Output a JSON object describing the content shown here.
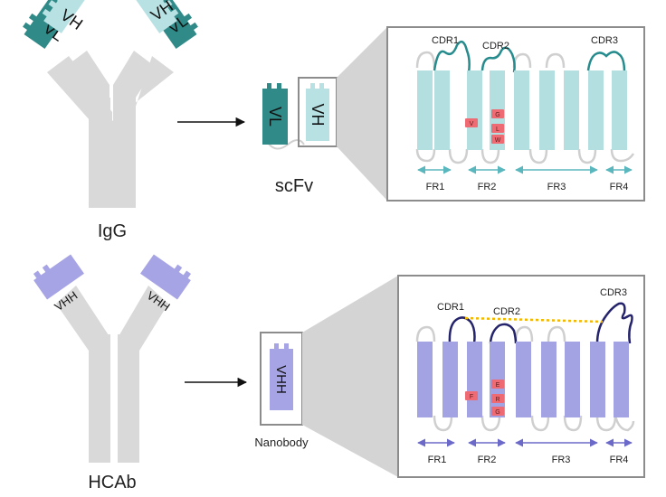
{
  "labels": {
    "igg": "IgG",
    "scfv": "scFv",
    "hcab": "HCAb",
    "nanobody": "Nanobody",
    "vh": "VH",
    "vl": "VL",
    "vhh": "VHH"
  },
  "top_panel": {
    "cdrs": [
      "CDR1",
      "CDR2",
      "CDR3"
    ],
    "frameworks": [
      "FR1",
      "FR2",
      "FR3",
      "FR4"
    ],
    "residues_left": [
      "V"
    ],
    "residues_right": [
      "G",
      "L",
      "W"
    ]
  },
  "bottom_panel": {
    "cdrs": [
      "CDR1",
      "CDR2",
      "CDR3"
    ],
    "frameworks": [
      "FR1",
      "FR2",
      "FR3",
      "FR4"
    ],
    "residues_left": [
      "F"
    ],
    "residues_right": [
      "E",
      "R",
      "G"
    ]
  },
  "colors": {
    "heavy_chain": "#d9d9d9",
    "vl_dark_teal": "#2f8a88",
    "vh_light_teal": "#b7e1e3",
    "strand_teal": "#b4dfe1",
    "loop_teal": "#258b8d",
    "vhh_purple": "#a6a4e4",
    "strand_purple": "#a3a2e3",
    "loop_navy": "#24236b",
    "arrow_teal": "#5ab7bd",
    "arrow_purple": "#6c6ac8",
    "residue_red": "#ef6b73",
    "dotted_gold": "#f2b705",
    "zoom_grey": "#d4d4d4",
    "frame_grey": "#8c8c8c"
  }
}
